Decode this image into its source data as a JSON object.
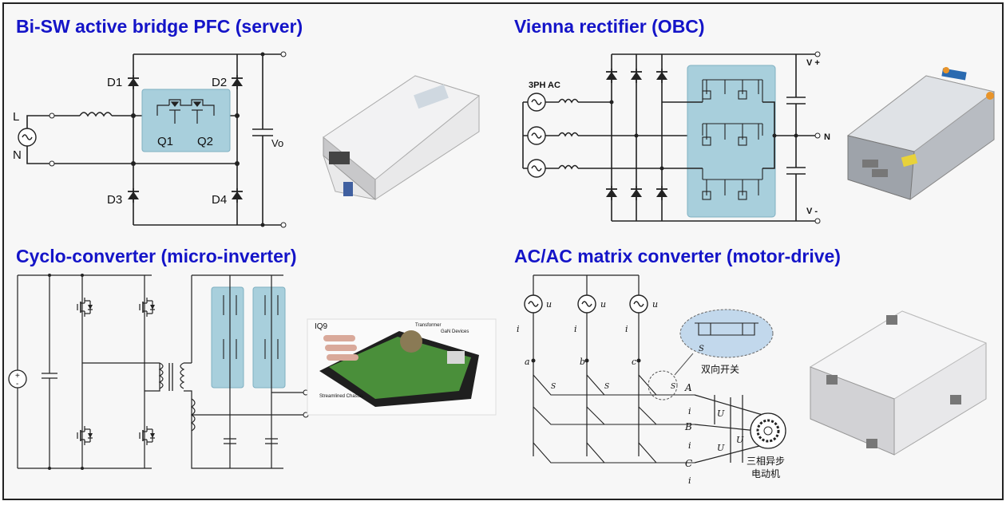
{
  "panels": {
    "pfc": {
      "title": "Bi-SW active bridge PFC (server)",
      "labels": {
        "L": "L",
        "N": "N",
        "D1": "D1",
        "D2": "D2",
        "D3": "D3",
        "D4": "D4",
        "Q1": "Q1",
        "Q2": "Q2",
        "Vo": "Vo"
      }
    },
    "vienna": {
      "title": "Vienna rectifier (OBC)",
      "labels": {
        "ac": "3PH AC",
        "vplus": "V +",
        "n": "N",
        "vminus": "V -"
      }
    },
    "cyclo": {
      "title": "Cyclo-converter (micro-inverter)",
      "labels": {
        "product": "IQ9",
        "transformer": "Transformer",
        "gan": "GaN Devices",
        "chassis": "Streamlined Chassis"
      }
    },
    "matrix": {
      "title": "AC/AC matrix converter (motor-drive)",
      "labels": {
        "ua": "u",
        "ub": "u",
        "uc": "u",
        "a": "a",
        "b": "b",
        "c": "c",
        "A": "A",
        "B": "B",
        "C": "C",
        "switch_cn": "双向开关",
        "motor_cn_1": "三相异步",
        "motor_cn_2": "电动机",
        "sij": "S",
        "uab": "U",
        "ubc": "U",
        "uca": "U",
        "iA": "i",
        "iB": "i",
        "iC": "i",
        "ia": "i",
        "ib": "i",
        "ic": "i"
      }
    }
  }
}
